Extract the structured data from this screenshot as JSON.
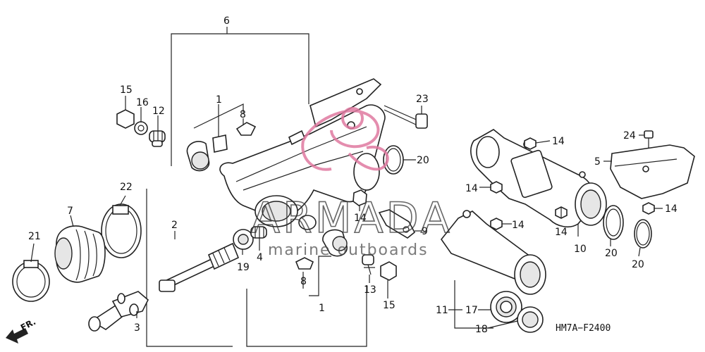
{
  "diagram_code": "HM7A−F2400",
  "direction_label": "FR.",
  "watermark": {
    "main": "ARMADA",
    "sub": "marine outboards",
    "logo_color": "#e07aa0"
  },
  "callouts": {
    "c1a": "1",
    "c1b": "1",
    "c2": "2",
    "c3": "3",
    "c4": "4",
    "c5": "5",
    "c6": "6",
    "c7": "7",
    "c8a": "8",
    "c8b": "8",
    "c9": "9",
    "c10": "10",
    "c11": "11",
    "c12": "12",
    "c13": "13",
    "c14a": "14",
    "c14b": "14",
    "c14c": "14",
    "c14d": "14",
    "c14e": "14",
    "c14f": "14",
    "c15a": "15",
    "c15b": "15",
    "c16": "16",
    "c17": "17",
    "c18": "18",
    "c19": "19",
    "c20a": "20",
    "c20b": "20",
    "c20c": "20",
    "c21": "21",
    "c22": "22",
    "c23": "23",
    "c24": "24"
  }
}
